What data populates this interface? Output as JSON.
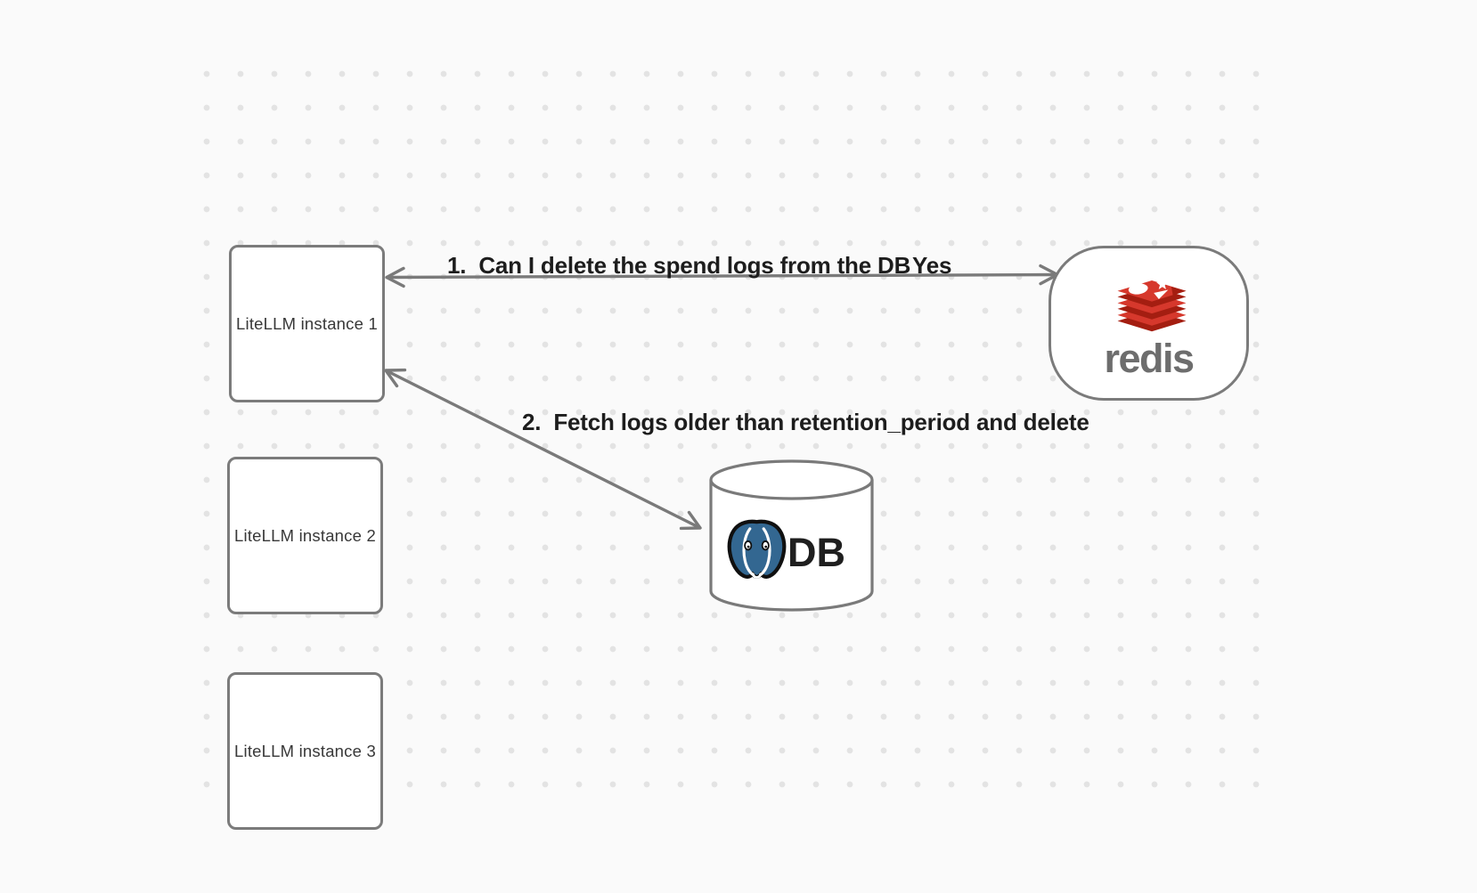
{
  "diagram": {
    "background_color": "#fafafa",
    "dot_color": "#e3e3e3",
    "stroke_color": "#7a7a7a",
    "instances": [
      {
        "label": "LiteLLM instance 1"
      },
      {
        "label": "LiteLLM instance 2"
      },
      {
        "label": "LiteLLM instance 3"
      }
    ],
    "redis": {
      "wordmark": "redis",
      "wordmark_color": "#6d6d6d",
      "logo_red": "#d6382c",
      "logo_dark_red": "#a41e11"
    },
    "database": {
      "label": "DB",
      "label_color": "#1f1f1f",
      "elephant_blue": "#336791"
    },
    "edges": {
      "edge1": {
        "label": "1.  Can I delete the spend logs from the DB",
        "response": "Yes",
        "from": "LiteLLM instance 1",
        "to": "redis",
        "direction": "bidirectional"
      },
      "edge2": {
        "label": "2.  Fetch logs older than retention_period and delete",
        "from": "LiteLLM instance 1",
        "to": "DB",
        "direction": "bidirectional"
      }
    }
  }
}
